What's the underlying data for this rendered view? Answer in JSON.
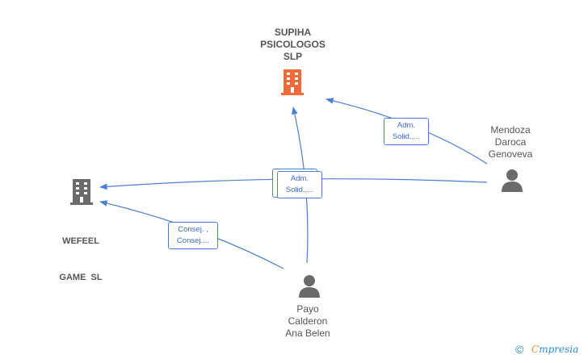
{
  "nodes": {
    "supiha": {
      "lines": [
        "SUPIHA",
        "PSICOLOGOS",
        "SLP"
      ],
      "color": "#f26a3a",
      "icon": "building-icon"
    },
    "wefeel": {
      "lines": [
        "WEFEEL",
        "GAME  SL"
      ],
      "color": "#555555",
      "icon": "building-icon"
    },
    "mendoza": {
      "lines": [
        "Mendoza",
        "Daroca",
        "Genoveva"
      ],
      "icon": "person-icon"
    },
    "payo": {
      "lines": [
        "Payo",
        "Calderon",
        "Ana Belen"
      ],
      "icon": "person-icon"
    }
  },
  "edge_labels": {
    "mendoza_supiha": [
      "Adm.",
      "Solid.,..."
    ],
    "center": [
      "Adm.",
      "Solid.,..."
    ],
    "payo_wefeel": [
      "Consej. ,",
      "Consej...."
    ]
  },
  "colors": {
    "edge": "#4a7fd4",
    "person": "#6b6b6b"
  },
  "footer": {
    "copyright": "©",
    "brand_first": "C",
    "brand_rest": "mpresia"
  }
}
